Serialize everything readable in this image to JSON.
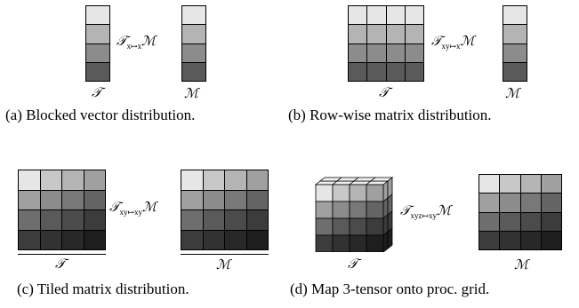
{
  "panels": {
    "a": {
      "caption": "(a) Blocked vector distribution.",
      "tensor_label": "𝒯",
      "matrix_label": "ℳ",
      "map_sub": "x↦x",
      "tensor_colors": [
        "#e6e6e6",
        "#b4b4b4",
        "#8c8c8c",
        "#5a5a5a"
      ],
      "matrix_colors": [
        "#e6e6e6",
        "#b4b4b4",
        "#8c8c8c",
        "#5a5a5a"
      ]
    },
    "b": {
      "caption": "(b) Row-wise matrix distribution.",
      "tensor_label": "𝒯",
      "matrix_label": "ℳ",
      "map_sub": "xy↦x",
      "row_colors": [
        "#e6e6e6",
        "#b4b4b4",
        "#8c8c8c",
        "#5a5a5a"
      ]
    },
    "c": {
      "caption": "(c) Tiled matrix distribution.",
      "tensor_label": "𝒯",
      "matrix_label": "ℳ",
      "map_sub": "xy↦xy",
      "grid_colors": [
        [
          "#e6e6e6",
          "#c8c8c8",
          "#b4b4b4",
          "#a0a0a0"
        ],
        [
          "#a0a0a0",
          "#8c8c8c",
          "#787878",
          "#646464"
        ],
        [
          "#6e6e6e",
          "#5a5a5a",
          "#4b4b4b",
          "#3c3c3c"
        ],
        [
          "#3c3c3c",
          "#323232",
          "#282828",
          "#1e1e1e"
        ]
      ]
    },
    "d": {
      "caption": "(d) Map 3-tensor onto proc. grid.",
      "tensor_label": "𝒯",
      "matrix_label": "ℳ",
      "map_sub": "xyz↦xy"
    }
  }
}
